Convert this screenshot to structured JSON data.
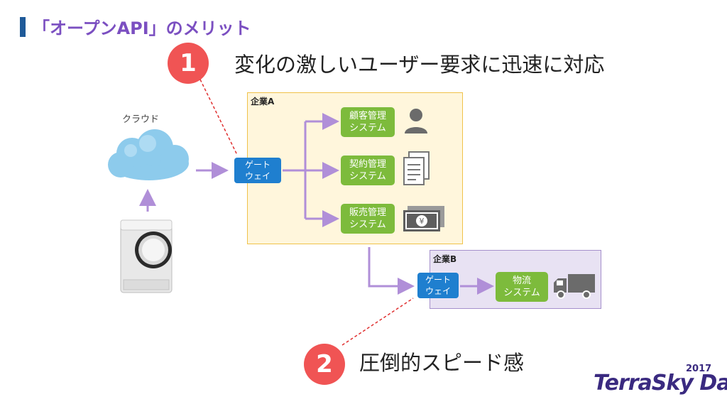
{
  "title": "「オープンAPI」のメリット",
  "points": [
    {
      "number": "1",
      "text": "変化の激しいユーザー要求に迅速に対応"
    },
    {
      "number": "2",
      "text": "圧倒的スピード感"
    }
  ],
  "cloud": {
    "label": "クラウド"
  },
  "company_a": {
    "label": "企業A",
    "gateway": "ゲート\nウェイ",
    "systems": [
      {
        "label": "顧客管理\nシステム",
        "icon": "person-icon"
      },
      {
        "label": "契約管理\nシステム",
        "icon": "documents-icon"
      },
      {
        "label": "販売管理\nシステム",
        "icon": "money-icon"
      }
    ]
  },
  "company_b": {
    "label": "企業B",
    "gateway": "ゲート\nウェイ",
    "systems": [
      {
        "label": "物流\nシステム",
        "icon": "truck-icon"
      }
    ]
  },
  "logo": {
    "text": "TerraSky Day",
    "year": "2017"
  },
  "colors": {
    "title": "#7b4fc1",
    "badge": "#f05454",
    "gateway": "#1f7fcf",
    "system": "#7dbb3c",
    "arrow": "#b08fd8",
    "company_a_fill": "#fff6dc",
    "company_a_border": "#f0c24a",
    "company_b_fill": "#e8e2f3",
    "company_b_border": "#a590cc"
  }
}
